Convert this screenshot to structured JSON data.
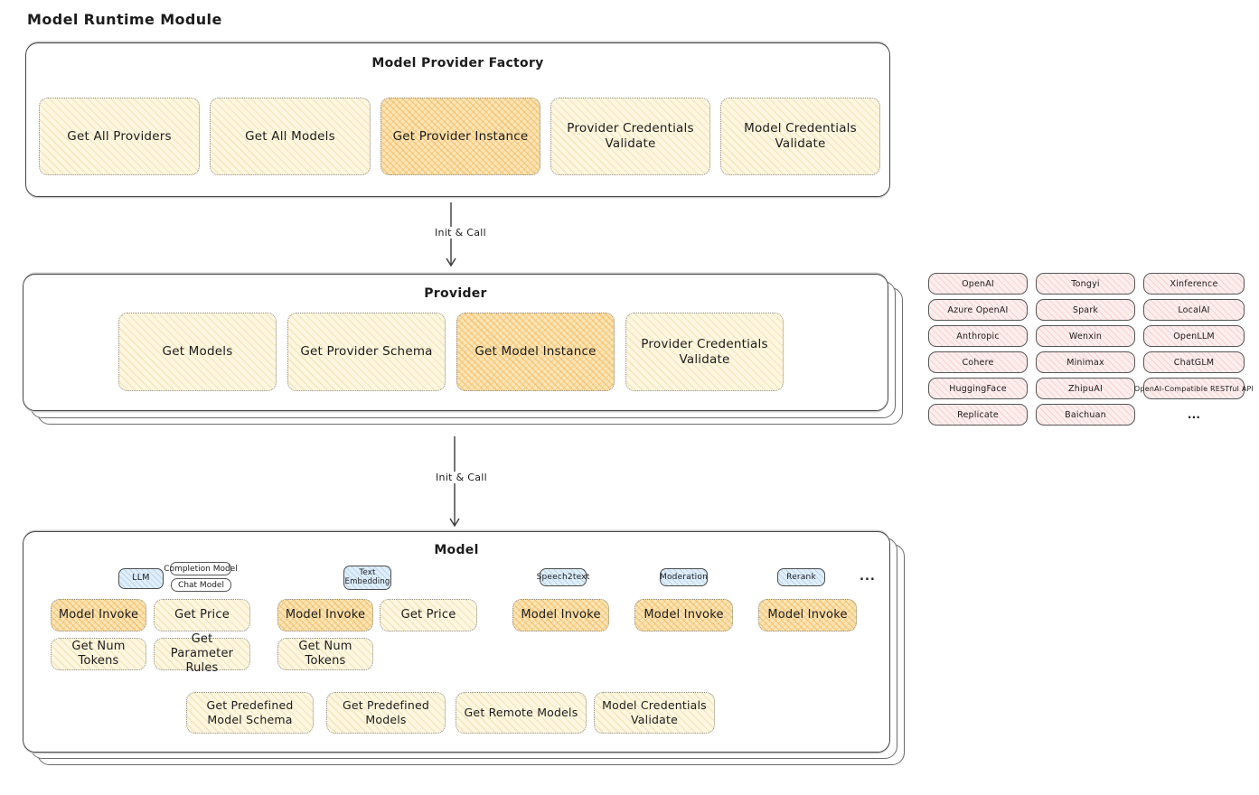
{
  "title": "Model Runtime Module",
  "colors": {
    "yellow_fill": "#fdf7e2",
    "orange_highlight_fill": "#fbe5b4",
    "pink_fill": "#fdeeee",
    "blue_fill": "#e0eefa",
    "ink": "#1c1c1c"
  },
  "arrows": {
    "init_call_1": "Init & Call",
    "init_call_2": "Init & Call"
  },
  "factory": {
    "title": "Model Provider Factory",
    "methods": [
      {
        "label": "Get All Providers",
        "highlight": false
      },
      {
        "label": "Get All Models",
        "highlight": false
      },
      {
        "label": "Get Provider Instance",
        "highlight": true
      },
      {
        "label": "Provider Credentials Validate",
        "highlight": false
      },
      {
        "label": "Model Credentials Validate",
        "highlight": false
      }
    ]
  },
  "provider": {
    "title": "Provider",
    "methods": [
      {
        "label": "Get Models",
        "highlight": false
      },
      {
        "label": "Get Provider Schema",
        "highlight": false
      },
      {
        "label": "Get Model Instance",
        "highlight": true
      },
      {
        "label": "Provider Credentials Validate",
        "highlight": false
      }
    ]
  },
  "providers": [
    {
      "label": "OpenAI"
    },
    {
      "label": "Tongyi"
    },
    {
      "label": "Xinference"
    },
    {
      "label": "Azure OpenAI"
    },
    {
      "label": "Spark"
    },
    {
      "label": "LocalAI"
    },
    {
      "label": "Anthropic"
    },
    {
      "label": "Wenxin"
    },
    {
      "label": "OpenLLM"
    },
    {
      "label": "Cohere"
    },
    {
      "label": "Minimax"
    },
    {
      "label": "ChatGLM"
    },
    {
      "label": "HuggingFace"
    },
    {
      "label": "ZhipuAI"
    },
    {
      "label": "OpenAI-Compatible RESTful API"
    },
    {
      "label": "Replicate"
    },
    {
      "label": "Baichuan"
    },
    {
      "label": "..."
    }
  ],
  "model": {
    "title": "Model",
    "tabs": {
      "llm": "LLM",
      "completion_model": "Completion Model",
      "chat_model": "Chat Model",
      "text_embedding": "Text Embedding",
      "speech2text": "Speech2text",
      "moderation": "Moderation",
      "rerank": "Rerank",
      "more": "..."
    },
    "llm_methods": {
      "invoke": "Model Invoke",
      "price": "Get Price",
      "tokens": "Get Num Tokens",
      "rules": "Get Parameter Rules"
    },
    "embedding_methods": {
      "invoke": "Model Invoke",
      "price": "Get Price",
      "tokens": "Get Num Tokens"
    },
    "speech2text_methods": {
      "invoke": "Model Invoke"
    },
    "moderation_methods": {
      "invoke": "Model Invoke"
    },
    "rerank_methods": {
      "invoke": "Model Invoke"
    },
    "shared_methods": [
      {
        "label": "Get Predefined Model Schema"
      },
      {
        "label": "Get Predefined Models"
      },
      {
        "label": "Get Remote Models"
      },
      {
        "label": "Model Credentials Validate"
      }
    ]
  }
}
